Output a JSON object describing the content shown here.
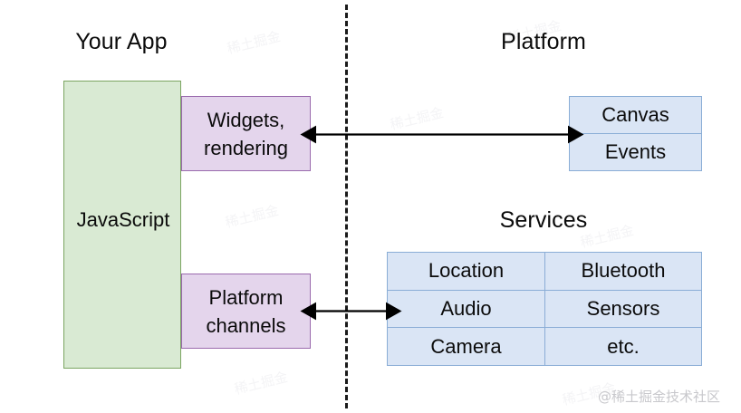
{
  "diagram": {
    "title_left": "Your App",
    "title_right_top": "Platform",
    "title_right_bottom": "Services",
    "colors": {
      "app_fill": "#d9ead3",
      "app_stroke": "#7ba561",
      "bridge_fill": "#e4d5ec",
      "bridge_stroke": "#9a6aad",
      "platform_fill": "#dae5f5",
      "platform_stroke": "#8aadd6",
      "arrow": "#000000",
      "divider": "#1a1a1a",
      "text": "#0b0b0b"
    },
    "app_column": {
      "label": "JavaScript"
    },
    "bridge_boxes": [
      {
        "line1": "Widgets,",
        "line2": "rendering"
      },
      {
        "line1": "Platform",
        "line2": "channels"
      }
    ],
    "platform_table": {
      "rows": [
        [
          "Canvas"
        ],
        [
          "Events"
        ]
      ]
    },
    "services_table": {
      "rows": [
        [
          "Location",
          "Bluetooth"
        ],
        [
          "Audio",
          "Sensors"
        ],
        [
          "Camera",
          "etc."
        ]
      ]
    },
    "arrows": [
      {
        "name": "widgets-to-platform",
        "style": "double-headed"
      },
      {
        "name": "channels-to-services",
        "style": "double-headed"
      }
    ],
    "divider": {
      "style": "dashed-vertical"
    }
  },
  "watermarks": {
    "credit": "@稀土掘金技术社区",
    "background": [
      "稀土掘金",
      "稀土掘金",
      "稀土掘金",
      "稀土掘金",
      "稀土掘金",
      "稀土掘金",
      "稀土掘金",
      "稀土掘金",
      "稀土掘金"
    ]
  }
}
